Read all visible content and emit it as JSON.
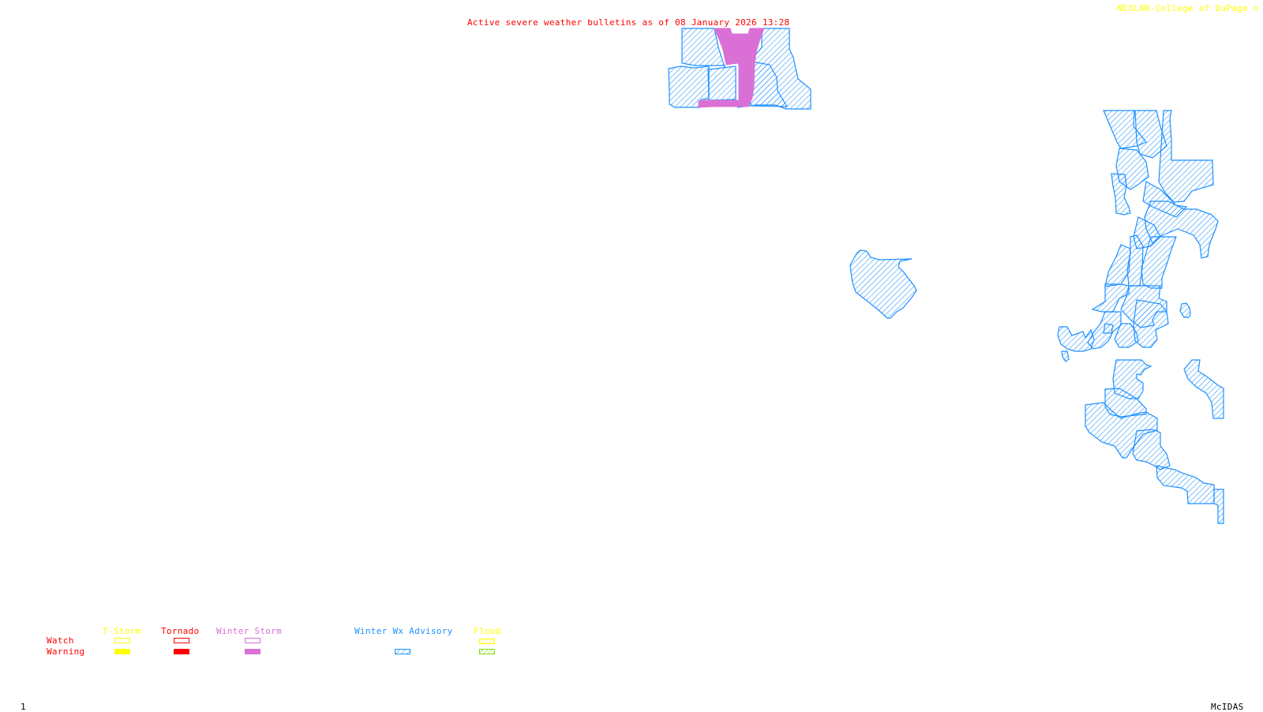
{
  "header": {
    "title": "Active severe weather bulletins as of 08 January 2026 13:28",
    "credit": "NEXLAB-College of DuPage",
    "credit_icon": "corner-arrow-icon"
  },
  "footer": {
    "frame_number": "1",
    "software": "McIDAS"
  },
  "colors": {
    "title": "#ff0000",
    "credit": "#ffff00",
    "tstorm": "#ffff00",
    "tornado": "#ff0000",
    "winter_storm": "#da70d6",
    "winter_wx_advisory": "#1e90ff",
    "flood_watch": "#ffff00",
    "flood_warning": "#7fdd00",
    "row_labels": "#ff0000"
  },
  "legend": {
    "row_labels": {
      "watch": "Watch",
      "warning": "Warning"
    },
    "categories": [
      {
        "key": "tstorm",
        "label": "T-Storm",
        "watch": "outline",
        "warning": "solid"
      },
      {
        "key": "tornado",
        "label": "Tornado",
        "watch": "outline",
        "warning": "solid"
      },
      {
        "key": "winter_storm",
        "label": "Winter Storm",
        "watch": "outline",
        "warning": "solid"
      },
      {
        "key": "winter_wx_advisory",
        "label": "Winter Wx Advisory",
        "watch": null,
        "warning": "hatched"
      },
      {
        "key": "flood",
        "label": "Flood",
        "watch": "hatched",
        "warning": "hatched"
      }
    ]
  },
  "map": {
    "active_bulletins": [
      {
        "type": "Winter Storm Warning",
        "region": "north-central"
      },
      {
        "type": "Winter Wx Advisory",
        "region": "north-central"
      },
      {
        "type": "Winter Wx Advisory",
        "region": "central-east"
      },
      {
        "type": "Winter Wx Advisory",
        "region": "east-upper"
      },
      {
        "type": "Winter Wx Advisory",
        "region": "east-lower"
      }
    ]
  }
}
